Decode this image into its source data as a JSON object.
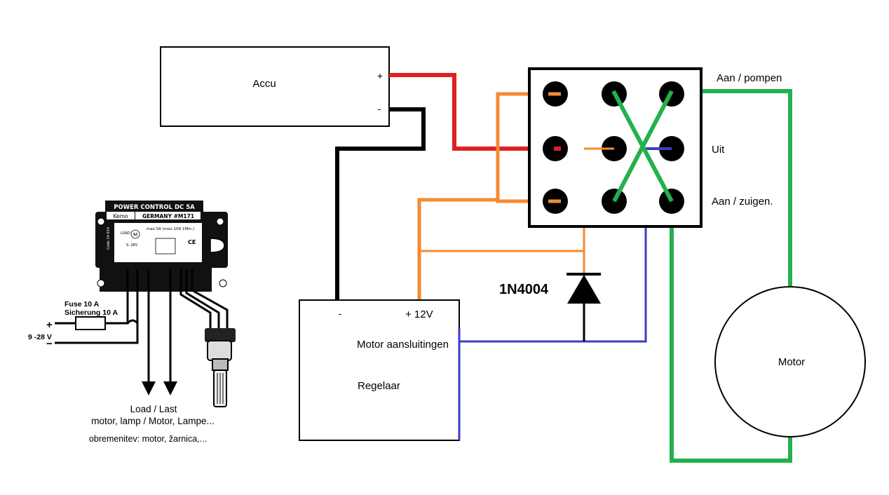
{
  "accu": {
    "label": "Accu",
    "plus": "+",
    "minus": "-"
  },
  "switch": {
    "aan_pompen": "Aan / pompen",
    "uit": "Uit",
    "aan_zuigen": "Aan / zuigen."
  },
  "regelaar": {
    "minus": "-",
    "plus12": "+ 12V",
    "motor_aansluitingen": "Motor aansluitingen",
    "label": "Regelaar"
  },
  "diode": {
    "label": "1N4004"
  },
  "motor": {
    "label": "Motor"
  },
  "module": {
    "title": "POWER CONTROL DC 5A",
    "brand": "Kemo",
    "model": "GERMANY  #M171",
    "spec": "max.5A (max.10A 1Min.)",
    "load_tag": "LOAD",
    "voltage_tag": "9..28V",
    "code": "Code 14-014",
    "motor_symbol": "M",
    "ce_mark": "CE"
  },
  "inputs": {
    "fuse": "Fuse 10 A",
    "sicherung": "Sicherung 10 A",
    "plus": "+",
    "minus": "−",
    "voltage": "9 -28 V"
  },
  "load": {
    "line1": "Load / Last",
    "line2": "motor, lamp / Motor, Lampe...",
    "line3": "obremenitev: motor, žarnica,..."
  },
  "colors": {
    "red": "#e02020",
    "black": "#000000",
    "orange": "#f58a32",
    "blue": "#3a3fc0",
    "green": "#22b14c"
  }
}
